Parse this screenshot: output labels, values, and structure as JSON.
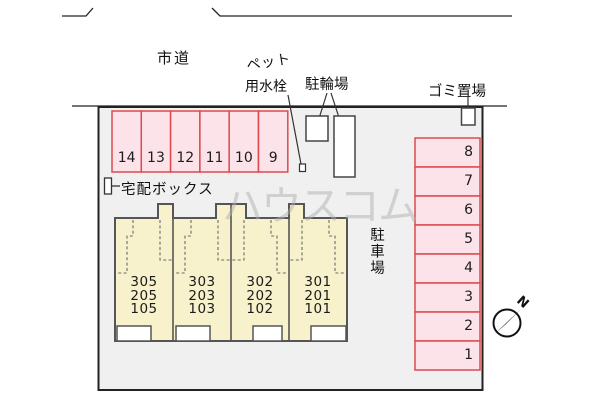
{
  "road": {
    "label": "市道"
  },
  "labels": {
    "pet_tap_line1": "ペット",
    "pet_tap_line2": "用水栓",
    "bicycle_parking": "駐輪場",
    "garbage_area": "ゴミ置場",
    "delivery_box": "宅配ボックス",
    "parking_lot": "駐車場"
  },
  "parking": {
    "top_row": {
      "spaces": [
        "14",
        "13",
        "12",
        "11",
        "10",
        "9"
      ]
    },
    "right_column": {
      "spaces": [
        "8",
        "7",
        "6",
        "5",
        "4",
        "3",
        "2",
        "1"
      ]
    }
  },
  "building": {
    "units": [
      {
        "rooms": [
          "305",
          "205",
          "105"
        ]
      },
      {
        "rooms": [
          "303",
          "203",
          "103"
        ]
      },
      {
        "rooms": [
          "302",
          "202",
          "102"
        ]
      },
      {
        "rooms": [
          "301",
          "201",
          "101"
        ]
      }
    ]
  },
  "compass": {
    "north_label": "N"
  },
  "watermark": {
    "text": "ハウスコム"
  },
  "colors": {
    "parking_fill": "#fce3e9",
    "parking_border": "#dd4a50",
    "building_fill": "#f8f2cc",
    "property_fill": "#f0f0f0",
    "line": "#333333"
  }
}
